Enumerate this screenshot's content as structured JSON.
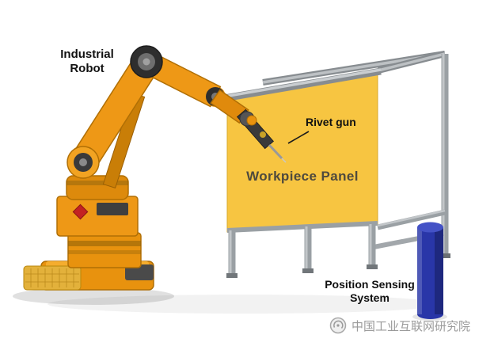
{
  "diagram": {
    "labels": {
      "industrial_robot_line1": "Industrial",
      "industrial_robot_line2": "Robot",
      "rivet_gun": "Rivet gun",
      "workpiece_panel": "Workpiece Panel",
      "position_sensing_line1": "Position Sensing",
      "position_sensing_line2": "System"
    },
    "watermark": "中国工业互联网研究院",
    "colors": {
      "background": "#FFFFFF",
      "robot_orange": "#E8920E",
      "robot_orange_dark": "#B06F05",
      "panel_yellow": "#F7C541",
      "frame_gray": "#9FA4A9",
      "sensor_blue": "#2936A8",
      "label_text": "#111111",
      "panel_label_text": "#4F4A3D",
      "watermark_gray": "#9A9A9A"
    }
  }
}
